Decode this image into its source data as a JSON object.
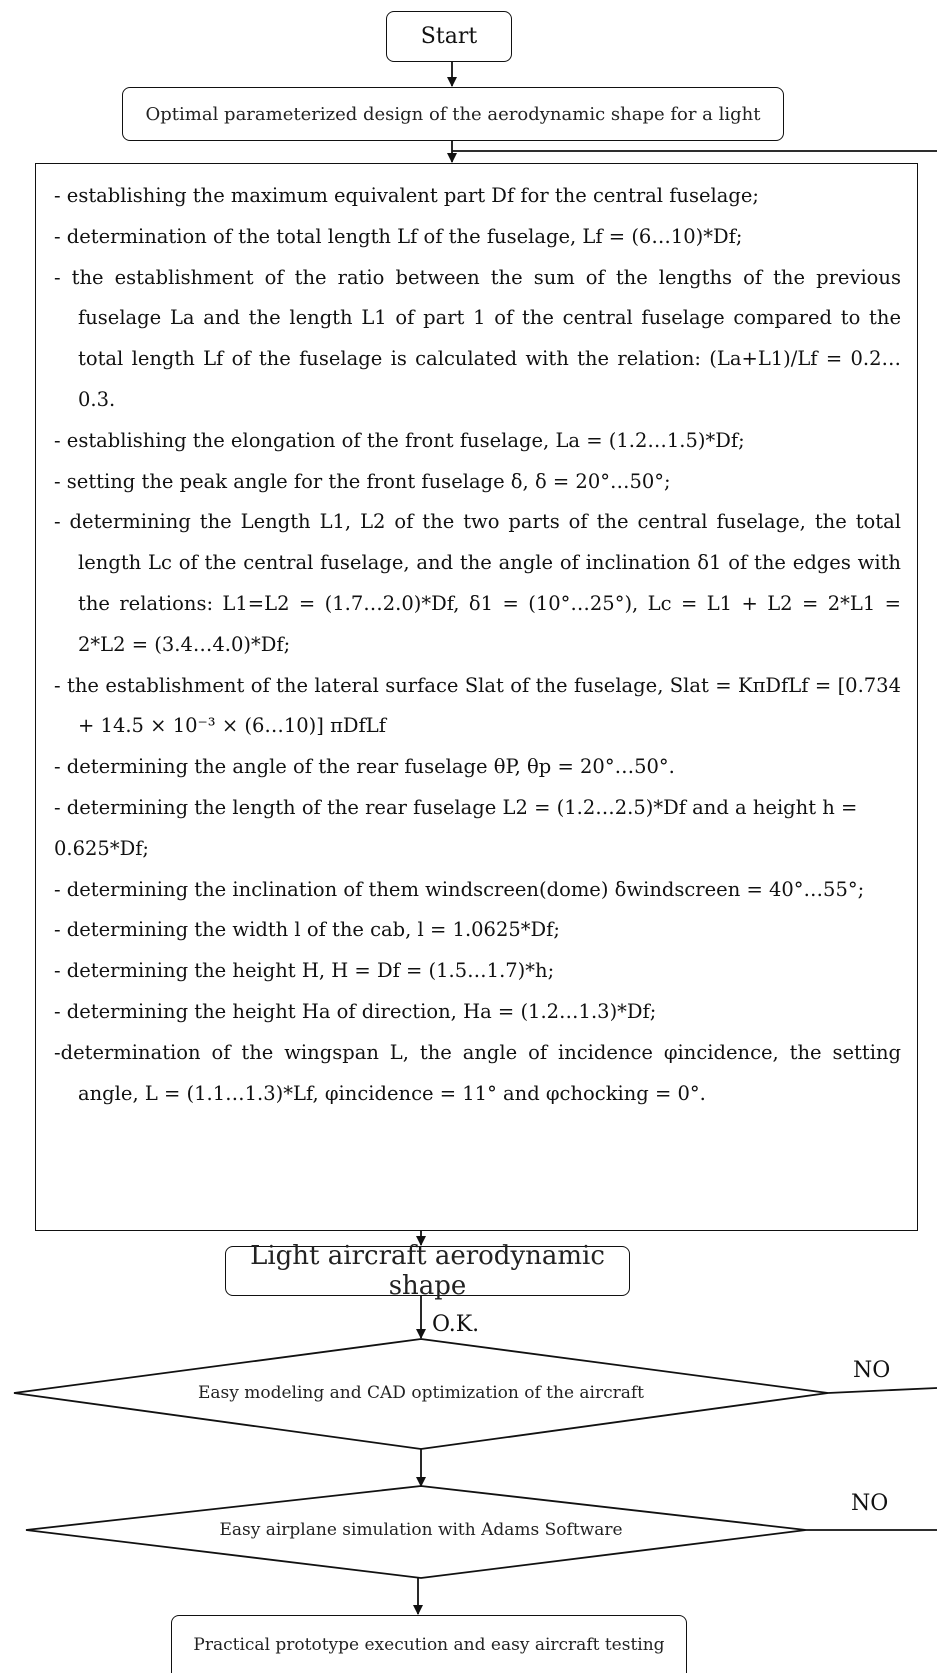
{
  "nodes": {
    "start": "Start",
    "goal": "Optimal parameterized design of the aerodynamic shape for a light",
    "steps": [
      "- establishing the maximum equivalent part Df for the central fuselage;",
      "- determination of the total length Lf of the fuselage, Lf = (6…10)*Df;",
      "- the establishment of the ratio between the sum of the lengths of the previous fuselage La and the length L1 of part 1 of the central fuselage compared to the total length Lf of the fuselage is calculated with the relation: (La+L1)/Lf = 0.2…0.3.",
      "- establishing the elongation of the front fuselage, La = (1.2…1.5)*Df;",
      "- setting the peak angle for the front fuselage δ, δ = 20°…50°;",
      "- determining the Length L1, L2 of the two parts of the central fuselage, the total length Lc of the central fuselage, and the angle of inclination δ1 of the edges with the relations: L1=L2 = (1.7…2.0)*Df, δ1 = (10°…25°), Lc = L1 + L2 = 2*L1 = 2*L2 = (3.4…4.0)*Df;",
      "- the establishment of the lateral surface Slat of the fuselage, Slat = KπDfLf = [0.734 + 14.5 × 10⁻³ × (6…10)] πDfLf",
      "- determining the angle of the rear fuselage θP, θp = 20°…50°.",
      "- determining the length of the rear fuselage L2 = (1.2…2.5)*Df and a height h = 0.625*Df;",
      "- determining the inclination of them windscreen(dome) δwindscreen = 40°…55°;",
      "- determining the width l of the cab, l = 1.0625*Df;",
      "- determining the height H, H = Df = (1.5…1.7)*h;",
      "- determining the height Ha of direction, Ha = (1.2…1.3)*Df;",
      "-determination of the wingspan L, the angle of incidence φincidence, the setting angle, L = (1.1…1.3)*Lf, φincidence = 11° and φchocking = 0°."
    ],
    "shape": "Light aircraft aerodynamic shape",
    "decision1": "Easy modeling and CAD optimization of the aircraft",
    "decision2": "Easy airplane simulation with Adams Software",
    "prototype": "Practical prototype execution and easy aircraft testing"
  },
  "edges": {
    "ok": "O.K.",
    "no1": "NO",
    "no2": "NO"
  }
}
